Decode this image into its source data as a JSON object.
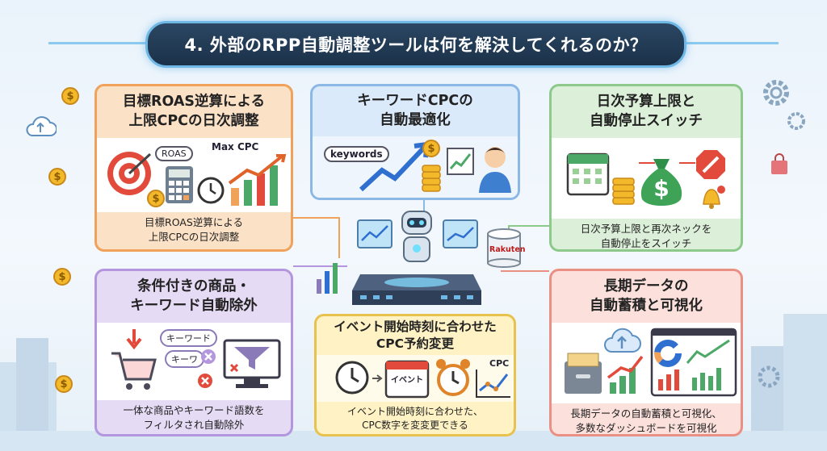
{
  "title": "4. 外部のRPP自動調整ツールは何を解決してくれるのか？",
  "cards": {
    "roas": {
      "heading": "目標ROAS逆算による\n上限CPCの日次調整",
      "tag_roas": "ROAS",
      "tag_maxcpc": "Max CPC",
      "desc": "目標ROAS逆算による\n上限CPCの日次調整"
    },
    "keyword_cpc": {
      "heading": "キーワードCPCの\n自動最適化",
      "tag_keywords": "keywords"
    },
    "budget": {
      "heading": "日次予算上限と\n自動停止スイッチ",
      "desc": "日次予算上限と再次ネックを\n自動停止をスイッチ"
    },
    "exclude": {
      "heading": "条件付きの商品・\nキーワード自動除外",
      "tag_kw1": "キーワード",
      "tag_kw2": "キーワ",
      "desc": "一体な商品やキーワード語数を\nフィルタされ自動除外"
    },
    "event": {
      "heading": "イベント開始時刻に合わせた\nCPC予約変更",
      "tag_event": "イベント",
      "tag_cpc": "CPC",
      "desc": "イベント開始時刻に合わせた、\nCPC数字を変変更できる"
    },
    "longterm": {
      "heading": "長期データの\n自動蓄積と可視化",
      "desc": "長期データの自動蓄積と可視化、\n多数なダッシュボードを可視化"
    }
  },
  "center": {
    "db_label": "Rakuten"
  },
  "colors": {
    "title_bg": "#1f3852",
    "orange": "#f0a25b",
    "blue": "#8cb8e6",
    "green": "#8cc98a",
    "purple": "#b396dd",
    "yellow": "#e8c24f",
    "red": "#ea8f83"
  }
}
